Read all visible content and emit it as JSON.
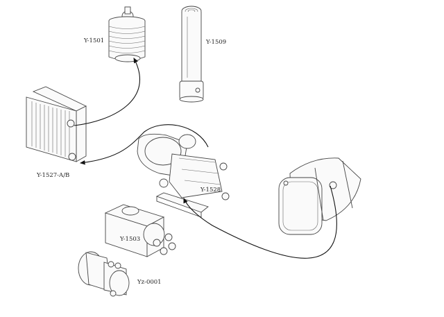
{
  "components": [
    {
      "id": "accumulator",
      "label": "Y-1501"
    },
    {
      "id": "hydraulic-cylinder",
      "label": "Y-1509"
    },
    {
      "id": "oil-cooler",
      "label": "Y-1527-A/B"
    },
    {
      "id": "pump-motor",
      "label": "Y-1528"
    },
    {
      "id": "valve-block",
      "label": "Y-1503"
    },
    {
      "id": "electric-motor",
      "label": "Yz-0001"
    },
    {
      "id": "oil-tank",
      "label": ""
    }
  ],
  "connections": [
    {
      "from": "oil-cooler",
      "to": "accumulator"
    },
    {
      "from": "pump-motor",
      "to": "oil-cooler"
    },
    {
      "from": "oil-tank",
      "to": "pump-motor"
    }
  ]
}
